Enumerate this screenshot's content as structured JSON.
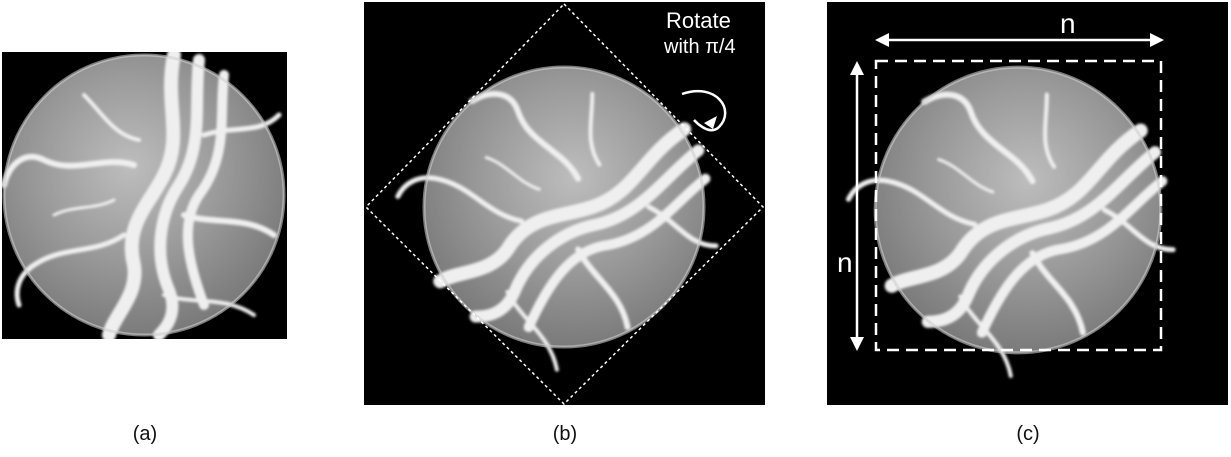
{
  "panels": [
    {
      "id": "a",
      "caption": "(a)"
    },
    {
      "id": "b",
      "caption": "(b)",
      "annotation_line1": "Rotate",
      "annotation_line2": "with π/4"
    },
    {
      "id": "c",
      "caption": "(c)",
      "dimension_top": "n",
      "dimension_left": "n"
    }
  ],
  "colors": {
    "background": "#000000",
    "fundus_light": "#d9d9d9",
    "fundus_mid": "#a8a8a8",
    "vessel": "#f2f2f2",
    "annotation": "#ffffff"
  }
}
